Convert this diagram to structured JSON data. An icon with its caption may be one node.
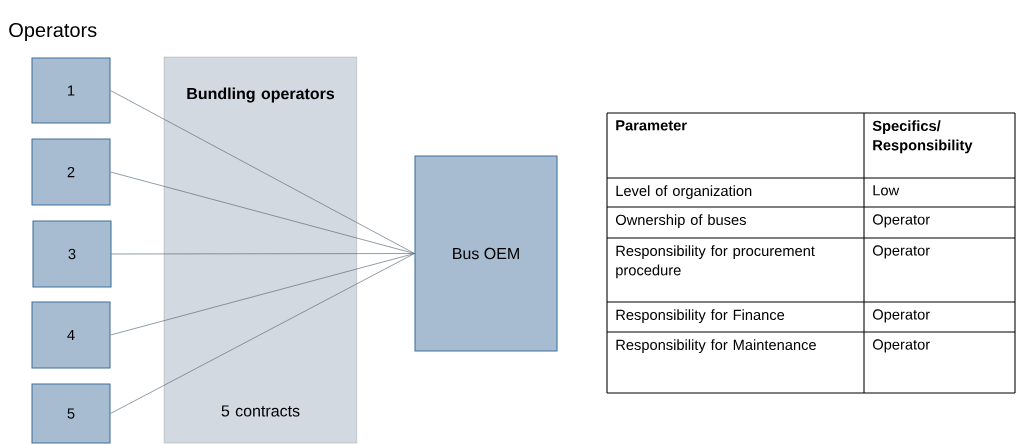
{
  "diagram": {
    "title": "Operators",
    "nodes": [
      {
        "text": [
          "1"
        ]
      },
      {
        "text": [
          "2"
        ]
      },
      {
        "text": [
          "3"
        ]
      },
      {
        "text": [
          "4"
        ]
      },
      {
        "text": [
          "5"
        ]
      },
      {
        "text": [
          "Bundling operators",
          "5 contracts"
        ]
      },
      {
        "text": [
          "Bus OEM"
        ]
      }
    ],
    "edges": [
      {
        "from": 0,
        "to": 6,
        "arrow": "none"
      },
      {
        "from": 1,
        "to": 6,
        "arrow": "none"
      },
      {
        "from": 2,
        "to": 6,
        "arrow": "none"
      },
      {
        "from": 3,
        "to": 6,
        "arrow": "none"
      },
      {
        "from": 4,
        "to": 6,
        "arrow": "none"
      }
    ],
    "labels": [
      "Parameter",
      "Specifics/ Responsibility",
      "Level of organization",
      "Low",
      "Ownership of buses",
      "Operator",
      "Responsibility for procurement procedure",
      "Operator",
      "Responsibility for Finance",
      "Operator",
      "Responsibility for Maintenance",
      "Operator"
    ]
  }
}
